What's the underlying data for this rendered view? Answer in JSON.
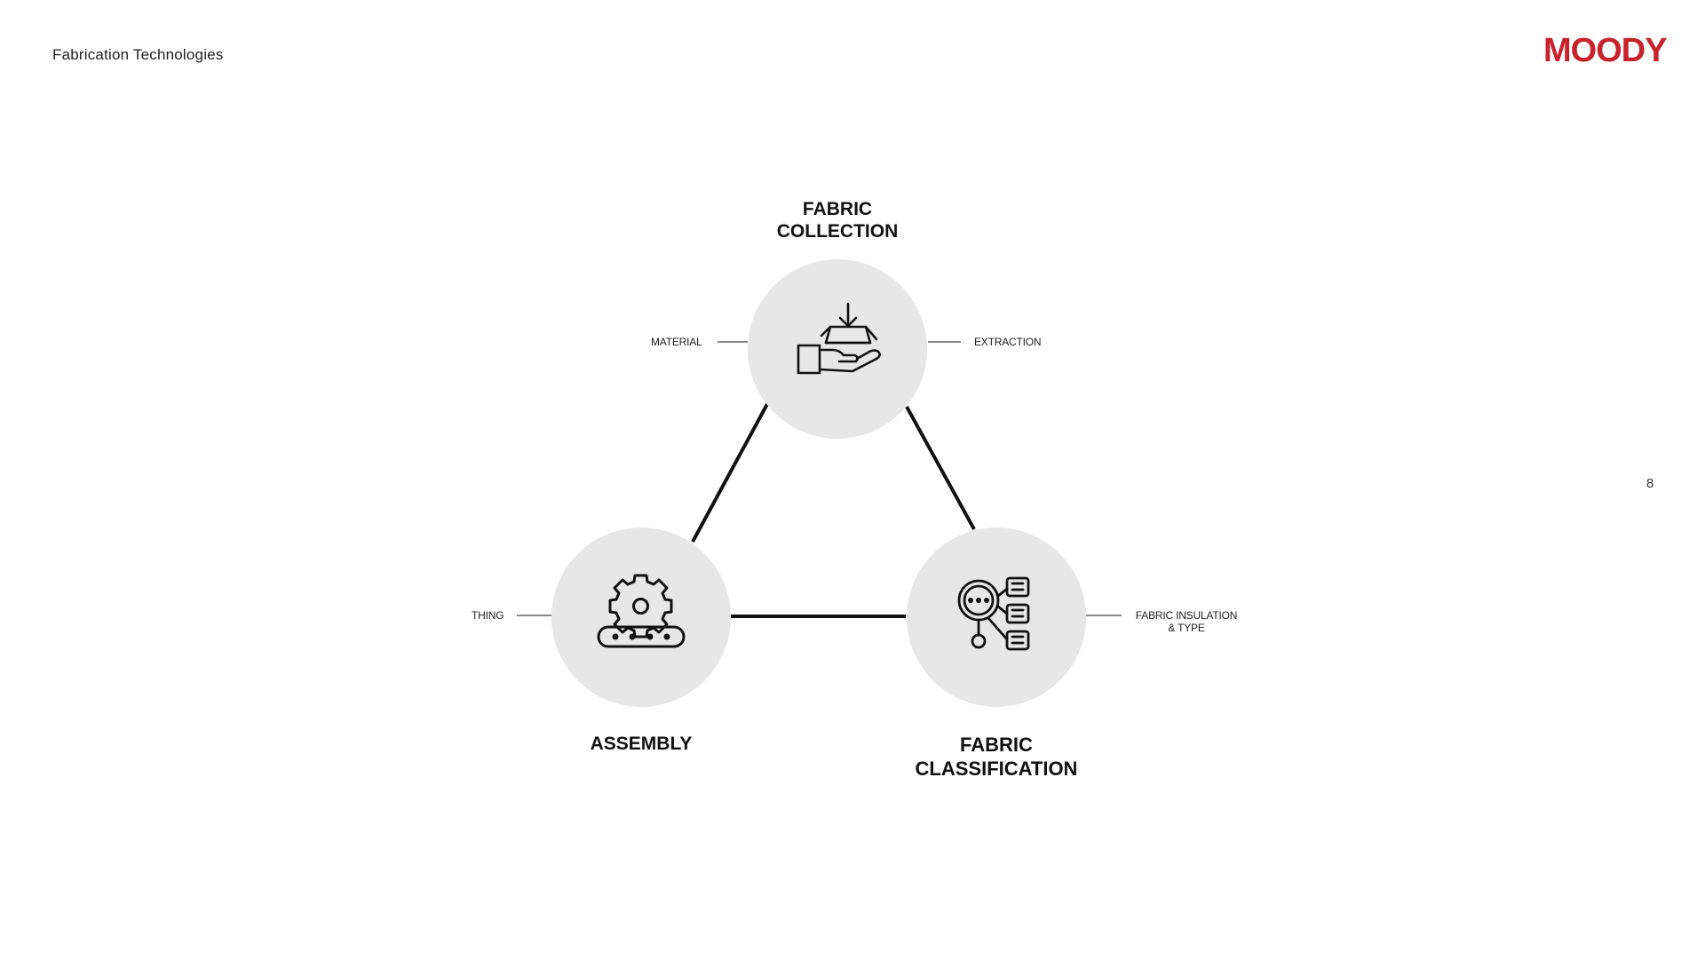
{
  "header": {
    "title": "Fabrication Technologies"
  },
  "brand": {
    "logo": "MOODY",
    "color": "#c8232c"
  },
  "page": {
    "number": "8"
  },
  "diagram": {
    "circle_color": "#e7e7e7",
    "line_color": "#111111",
    "nodes": {
      "collection": {
        "label": "FABRIC\nCOLLECTION",
        "icon": "hand-box-icon",
        "left_note": "MATERIAL",
        "right_note": "EXTRACTION"
      },
      "assembly": {
        "label": "ASSEMBLY",
        "icon": "gear-conveyor-icon",
        "left_note": "THING"
      },
      "classification": {
        "label": "FABRIC\nCLASSIFICATION",
        "icon": "magnifier-list-icon",
        "right_note": "FABRIC INSULATION\n& TYPE"
      }
    }
  }
}
